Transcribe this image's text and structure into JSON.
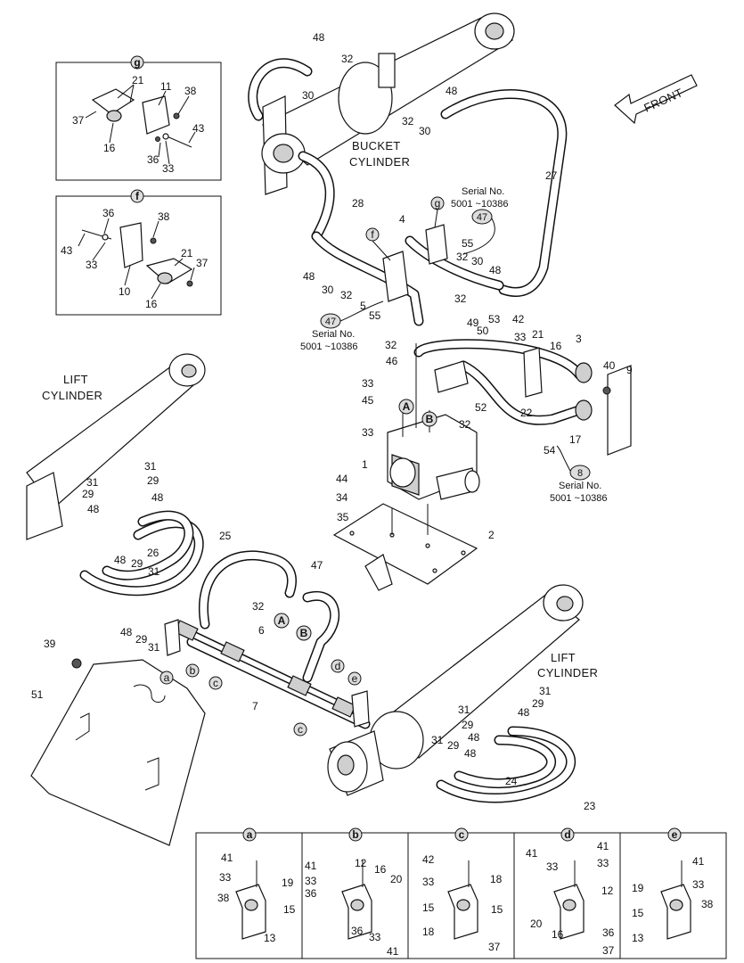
{
  "title": "",
  "cylinders": {
    "bucket": [
      "BUCKET",
      "CYLINDER"
    ],
    "lift_left": [
      "LIFT",
      "CYLINDER"
    ],
    "lift_right": [
      "LIFT",
      "CYLINDER"
    ]
  },
  "front_label": "FRONT",
  "serial_notes": [
    {
      "badge": "47",
      "line1": "Serial No.",
      "line2": "5001 ~10386"
    },
    {
      "badge": "47",
      "line1": "Serial No.",
      "line2": "5001 ~10386"
    },
    {
      "badge": "8",
      "line1": "Serial No.",
      "line2": "5001 ~10386"
    }
  ],
  "ports": [
    "A",
    "B",
    "A",
    "B"
  ],
  "detail_letters": [
    "a",
    "b",
    "c",
    "c",
    "d",
    "e"
  ],
  "inset_g": {
    "letter": "g",
    "labels": [
      "21",
      "11",
      "38",
      "37",
      "16",
      "43",
      "36",
      "33"
    ]
  },
  "inset_f": {
    "letter": "f",
    "labels": [
      "36",
      "38",
      "43",
      "33",
      "21",
      "37",
      "10",
      "16"
    ]
  },
  "main_labels": [
    "48",
    "32",
    "30",
    "32",
    "30",
    "48",
    "27",
    "28",
    "4",
    "55",
    "32",
    "30",
    "48",
    "32",
    "48",
    "30",
    "32",
    "5",
    "55",
    "49",
    "50",
    "53",
    "42",
    "33",
    "21",
    "16",
    "3",
    "40",
    "9",
    "32",
    "46",
    "33",
    "45",
    "33",
    "52",
    "32",
    "22",
    "17",
    "54",
    "1",
    "44",
    "34",
    "35",
    "2",
    "31",
    "31",
    "29",
    "29",
    "48",
    "48",
    "26",
    "25",
    "48",
    "29",
    "31",
    "48",
    "47",
    "32",
    "29",
    "31",
    "6",
    "7",
    "39",
    "51",
    "31",
    "29",
    "48",
    "31",
    "29",
    "48",
    "31",
    "29",
    "48",
    "24",
    "23"
  ],
  "bottom_details": [
    {
      "letter": "a",
      "labels": [
        "41",
        "33",
        "19",
        "15",
        "38",
        "13"
      ]
    },
    {
      "letter": "b",
      "labels": [
        "41",
        "33",
        "36",
        "12",
        "16",
        "20",
        "36",
        "33",
        "41"
      ]
    },
    {
      "letter": "c",
      "labels": [
        "42",
        "33",
        "18",
        "15",
        "15",
        "18",
        "37"
      ]
    },
    {
      "letter": "d",
      "labels": [
        "41",
        "41",
        "33",
        "33",
        "12",
        "20",
        "16",
        "36",
        "37"
      ]
    },
    {
      "letter": "e",
      "labels": [
        "41",
        "19",
        "33",
        "15",
        "38",
        "13"
      ]
    }
  ]
}
